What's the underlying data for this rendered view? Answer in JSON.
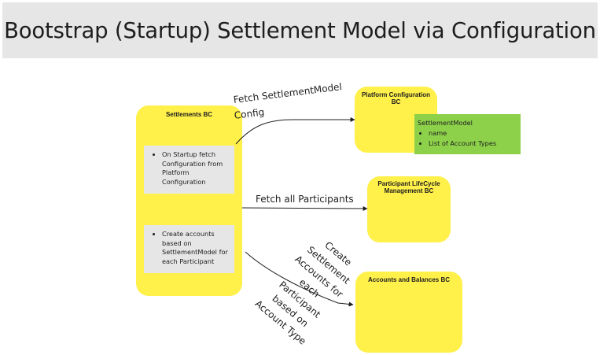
{
  "title": "Bootstrap (Startup) Settlement Model via Configuration",
  "colors": {
    "box_fill": "#fff04a",
    "note_fill": "#e6e6e6",
    "model_fill": "#8dd04a",
    "title_bar": "#e6e6e6"
  },
  "settlements_bc": {
    "title": "Settlements BC",
    "notes": [
      "On Startup fetch Configuration from Platform Configuration",
      "Create accounts based on SettlementModel for each Participant"
    ]
  },
  "platform_configuration_bc": {
    "title_line1": "Platform Configuration",
    "title_line2": "BC"
  },
  "settlement_model": {
    "heading": "SettlementModel",
    "fields": [
      "name",
      "List of Account Types"
    ]
  },
  "participant_lifecycle_bc": {
    "title_line1": "Participant LifeCycle",
    "title_line2": "Management BC"
  },
  "accounts_balances_bc": {
    "title": "Accounts and Balances BC"
  },
  "connectors": {
    "fetch_config_line1": "Fetch SettlementModel",
    "fetch_config_line2": "Config",
    "fetch_participants": "Fetch all Participants",
    "create_accounts_lines": [
      "Create",
      "Settlement",
      "Accounts for",
      "each",
      "Participant",
      "based on",
      "Account Type"
    ]
  }
}
